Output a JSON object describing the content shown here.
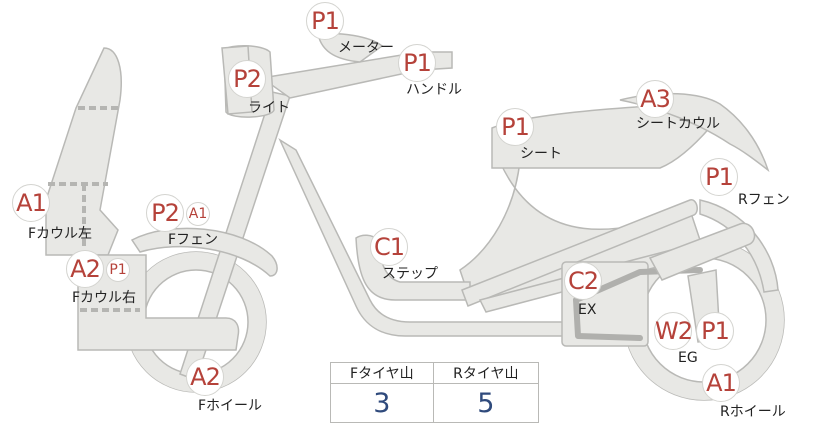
{
  "parts": [
    {
      "id": "meter",
      "label": "メーター",
      "grades": [
        "P1"
      ]
    },
    {
      "id": "handle",
      "label": "ハンドル",
      "grades": [
        "P1"
      ]
    },
    {
      "id": "light",
      "label": "ライト",
      "grades": [
        "P2"
      ]
    },
    {
      "id": "seat",
      "label": "シート",
      "grades": [
        "P1"
      ]
    },
    {
      "id": "seat-cowl",
      "label": "シートカウル",
      "grades": [
        "A3"
      ]
    },
    {
      "id": "r-fender",
      "label": "Rフェン",
      "grades": [
        "P1"
      ]
    },
    {
      "id": "f-cowl-l",
      "label": "Fカウル左",
      "grades": [
        "A1"
      ]
    },
    {
      "id": "f-fender",
      "label": "Fフェン",
      "grades": [
        "P2",
        "A1"
      ]
    },
    {
      "id": "step",
      "label": "ステップ",
      "grades": [
        "C1"
      ]
    },
    {
      "id": "f-cowl-r",
      "label": "Fカウル右",
      "grades": [
        "A2",
        "P1"
      ]
    },
    {
      "id": "ex",
      "label": "EX",
      "grades": [
        "C2"
      ]
    },
    {
      "id": "eg",
      "label": "EG",
      "grades": [
        "W2",
        "P1"
      ]
    },
    {
      "id": "f-wheel",
      "label": "Fホイール",
      "grades": [
        "A2"
      ]
    },
    {
      "id": "r-wheel",
      "label": "Rホイール",
      "grades": [
        "A1"
      ]
    }
  ],
  "tire_table": {
    "front_header": "Fタイヤ山",
    "rear_header": "Rタイヤ山",
    "front_value": "3",
    "rear_value": "5"
  },
  "colors": {
    "badge_text": "#b5423a",
    "part_fill": "#e8e8e5",
    "part_stroke": "#b9b9b6",
    "table_value": "#2f4a7c"
  }
}
